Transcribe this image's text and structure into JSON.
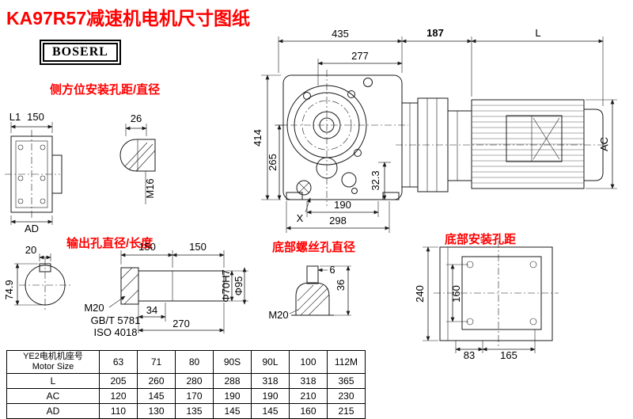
{
  "page": {
    "title": "KA97R57减速机电机尺寸图纸",
    "brand": "BOSERL"
  },
  "colors": {
    "accent_red": "#ff0000",
    "line": "#1a1a1a"
  },
  "labels": {
    "side_mount": "侧方位安装孔距/直径",
    "output_hole": "输出孔直径/长度",
    "bottom_screw": "底部螺丝孔直径",
    "bottom_mount": "底部安装孔距"
  },
  "dims": {
    "front": {
      "w435": "435",
      "w277": "277",
      "h414": "414",
      "h265": "265",
      "a323": "32.3",
      "w190": "190",
      "w298": "298",
      "x": "X"
    },
    "motor": {
      "w187": "187",
      "len": "L",
      "ac": "AC"
    },
    "side": {
      "l1": "L1",
      "w150": "150",
      "d26": "26",
      "m16": "M16",
      "ad": "AD"
    },
    "output": {
      "d20": "20",
      "l150a": "150",
      "l150b": "150",
      "h749": "74.9",
      "m20": "M20",
      "std1": "GB/T 5781",
      "std2": "ISO 4018",
      "l34": "34",
      "l270": "270",
      "d70": "Φ70H7",
      "d95": "Φ95"
    },
    "bolt": {
      "m20": "M20",
      "d6": "6",
      "h36": "36"
    },
    "bottom": {
      "h240": "240",
      "h160": "160",
      "w83": "83",
      "w165": "165"
    }
  },
  "table": {
    "corner_cn": "YE2电机机座号",
    "corner_en": "Motor Size",
    "columns": [
      "63",
      "71",
      "80",
      "90S",
      "90L",
      "100",
      "112M"
    ],
    "rows": [
      {
        "label": "L",
        "values": [
          "205",
          "260",
          "280",
          "288",
          "318",
          "318",
          "365"
        ]
      },
      {
        "label": "AC",
        "values": [
          "120",
          "145",
          "170",
          "190",
          "190",
          "210",
          "230"
        ]
      },
      {
        "label": "AD",
        "values": [
          "110",
          "130",
          "135",
          "145",
          "145",
          "160",
          "215"
        ]
      }
    ]
  }
}
